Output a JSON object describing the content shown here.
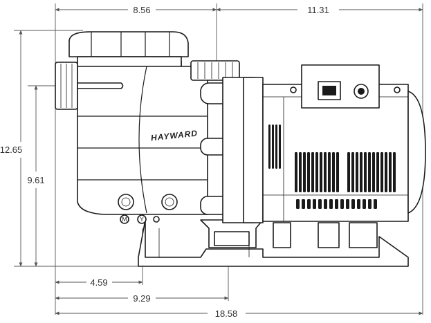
{
  "brand": "HAYWARD",
  "dimensions": {
    "top_left": "8.56",
    "top_right": "11.31",
    "overall_height": "12.65",
    "inlet_height": "9.61",
    "bottom_short": "4.59",
    "bottom_mid": "9.29",
    "overall_length": "18.58"
  },
  "knob_labels": {
    "m": "M",
    "y": "Y"
  }
}
